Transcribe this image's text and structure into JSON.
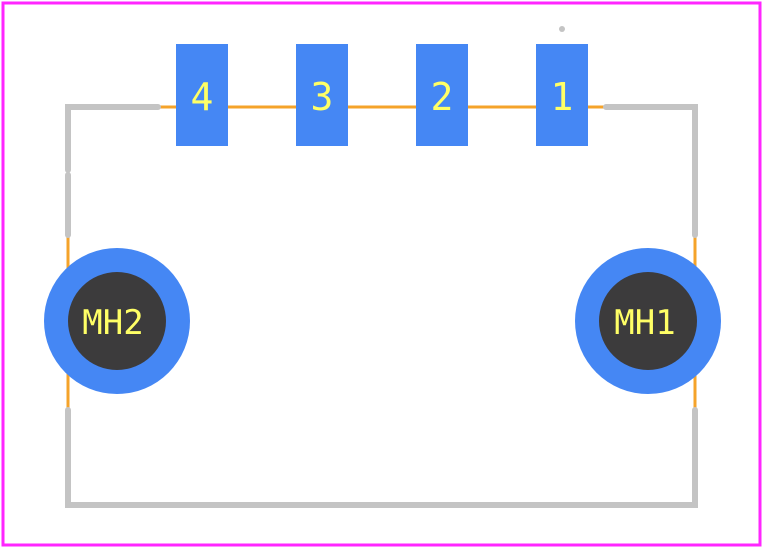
{
  "colors": {
    "board_outline": "#ff26ff",
    "silkscreen": "#c4c4c4",
    "courtyard": "#f5a32a",
    "pad": "#4587f4",
    "hole": "#3c3b3c",
    "label": "#ffff66"
  },
  "pads": [
    {
      "id": "pad-4",
      "label": "4"
    },
    {
      "id": "pad-3",
      "label": "3"
    },
    {
      "id": "pad-2",
      "label": "2"
    },
    {
      "id": "pad-1",
      "label": "1"
    }
  ],
  "mounting_holes": [
    {
      "id": "mh2",
      "label": "MH2"
    },
    {
      "id": "mh1",
      "label": "MH1"
    }
  ]
}
